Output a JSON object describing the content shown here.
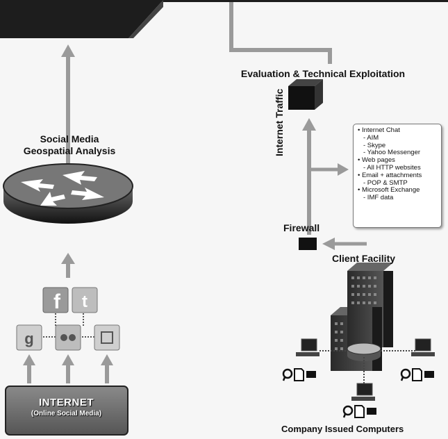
{
  "labels": {
    "evaluation": "Evaluation & Technical Exploitation",
    "social_line1": "Social Media",
    "social_line2": "Geospatial Analysis",
    "internet_traffic": "Internet Traffic",
    "firewall": "Firewall",
    "client_facility": "Client Facility",
    "company_computers": "Company Issued Computers",
    "internet_title": "INTERNET",
    "internet_sub": "(Online Social Media)"
  },
  "traffic_list": [
    {
      "text": "• Internet Chat",
      "level": 0
    },
    {
      "text": "- AIM",
      "level": 1
    },
    {
      "text": "- Skype",
      "level": 1
    },
    {
      "text": "- Yahoo Messenger",
      "level": 1
    },
    {
      "text": "• Web pages",
      "level": 0
    },
    {
      "text": "- All HTTP websites",
      "level": 1
    },
    {
      "text": "• Email + attachments",
      "level": 0
    },
    {
      "text": "- POP & SMTP",
      "level": 1
    },
    {
      "text": "• Microsoft Exchange",
      "level": 0
    },
    {
      "text": "- IMF data",
      "level": 1
    }
  ],
  "social_icons": [
    "facebook-icon",
    "twitter-icon",
    "google-icon",
    "flickr-icon",
    "blogger-icon"
  ],
  "colors": {
    "arrow": "#9a9a9a",
    "box": "#111111",
    "internet_box": "#6a6a6a"
  }
}
